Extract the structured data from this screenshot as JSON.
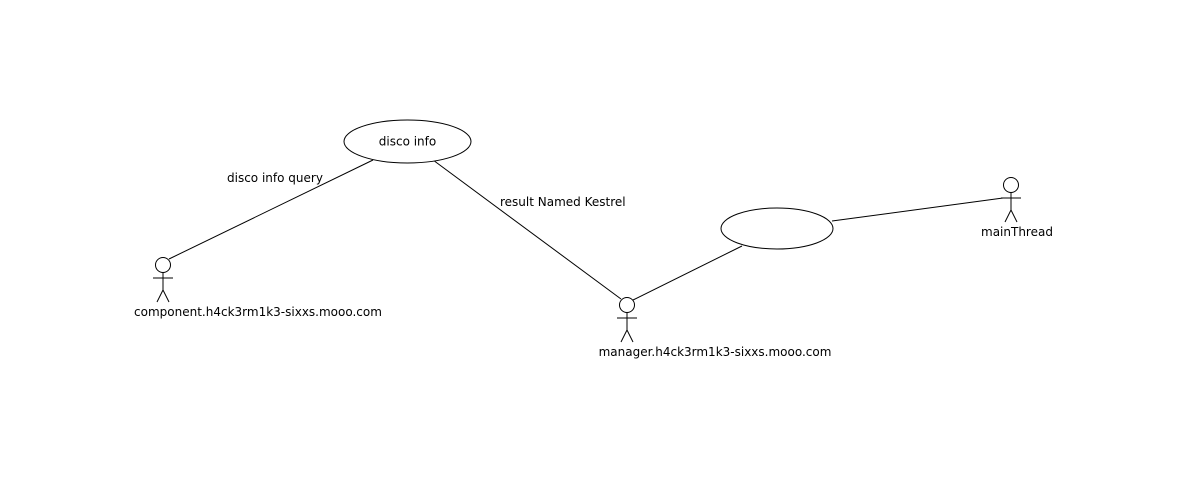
{
  "diagram": {
    "use_cases": [
      {
        "id": "uc-disco-info",
        "label": "disco info"
      },
      {
        "id": "uc-unnamed",
        "label": ""
      }
    ],
    "actors": [
      {
        "id": "actor-component",
        "label": "component.h4ck3rm1k3-sixxs.mooo.com"
      },
      {
        "id": "actor-manager",
        "label": "manager.h4ck3rm1k3-sixxs.mooo.com"
      },
      {
        "id": "actor-mainthread",
        "label": "mainThread"
      }
    ],
    "associations": [
      {
        "id": "assoc-component-disco",
        "label": "disco info query"
      },
      {
        "id": "assoc-disco-manager",
        "label": "result Named Kestrel"
      },
      {
        "id": "assoc-manager-unnamed",
        "label": ""
      },
      {
        "id": "assoc-unnamed-mainthread",
        "label": ""
      }
    ],
    "colors": {
      "line": "#000000",
      "background": "#ffffff",
      "text": "#000000"
    }
  }
}
